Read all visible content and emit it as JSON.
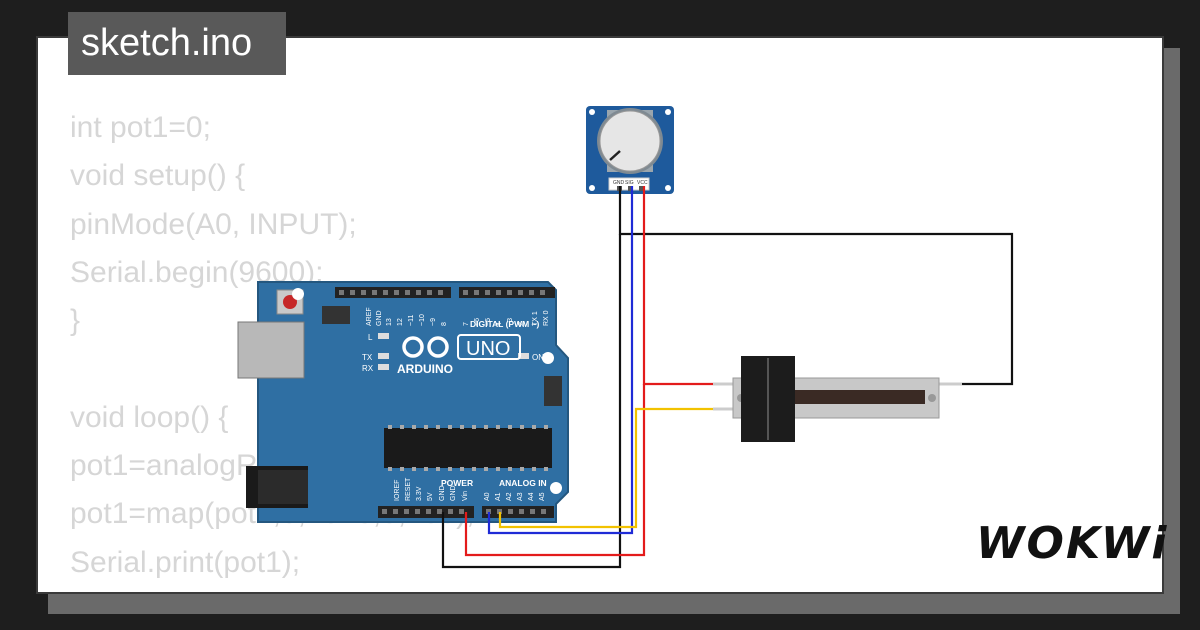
{
  "editor": {
    "filename": "sketch.ino",
    "code_lines": [
      "int pot1=0;",
      "void setup() {",
      "pinMode(A0, INPUT);",
      "Serial.begin(9600);",
      "}",
      "",
      "void loop() {",
      "pot1=analogRead(A0);",
      "pot1=map(pot1,0,1023,0,255);",
      "Serial.print(pot1);",
      "}"
    ]
  },
  "brand": {
    "logo_text": "WOKWi"
  },
  "arduino": {
    "model_label": "UNO",
    "brand_label": "ARDUINO",
    "digital_label": "DIGITAL (PWM ~)",
    "power_label": "POWER",
    "analog_label": "ANALOG IN",
    "on_label": "ON",
    "led_labels": [
      "L",
      "TX",
      "RX"
    ],
    "digital_pins": [
      "AREF",
      "GND",
      "13",
      "12",
      "~11",
      "~10",
      "~9",
      "8",
      "7",
      "~6",
      "~5",
      "4",
      "~3",
      "2",
      "TX 1",
      "RX 0"
    ],
    "power_pins": [
      "IOREF",
      "RESET",
      "3.3V",
      "5V",
      "GND",
      "GND",
      "Vin"
    ],
    "analog_pins": [
      "A0",
      "A1",
      "A2",
      "A3",
      "A4",
      "A5"
    ],
    "board_color": "#2f6fa3"
  },
  "rotary_pot": {
    "pin_labels": [
      "GND",
      "SIG",
      "VCC"
    ]
  },
  "wire_colors": {
    "gnd": "#111111",
    "vcc": "#e31b1b",
    "sig_a0": "#1f2bd6",
    "sig_a1": "#f2c200"
  }
}
